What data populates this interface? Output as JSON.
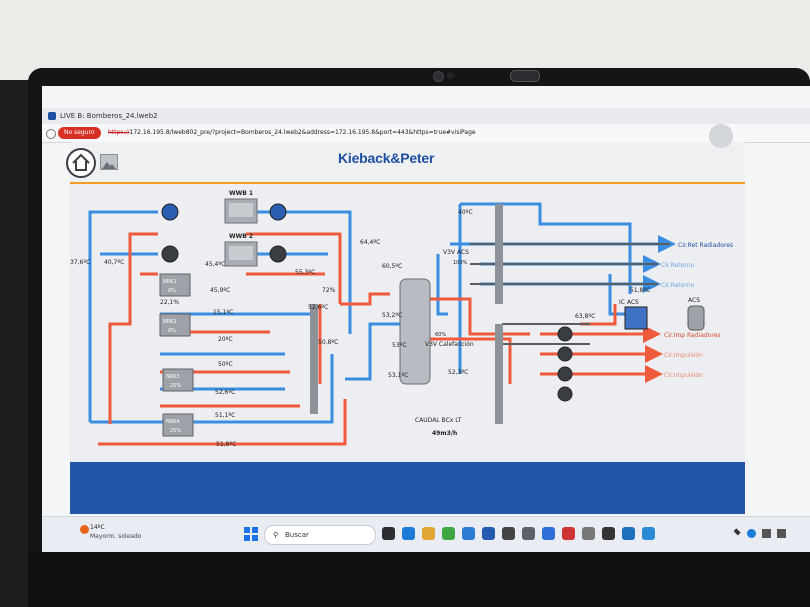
{
  "browser": {
    "tab_title": "LIVE B: Bomberos_24.lweb2",
    "security_badge": "No seguro",
    "url_scheme": "https://",
    "url_rest": "172.16.195.8/lweb802_pre/?project=Bomberos_24.lweb2&address=172.16.195.8&port=443&https=true#visiPage"
  },
  "app": {
    "brand": "Kieback&Peter"
  },
  "diagram": {
    "boilers": [
      {
        "name": "WWB 1"
      },
      {
        "name": "WWB 2"
      }
    ],
    "modules": [
      {
        "name": "NRK1",
        "value": "0%"
      },
      {
        "name": "NRK2",
        "value": "0%"
      },
      {
        "name": "NRK3",
        "value": "25%"
      },
      {
        "name": "NRK4",
        "value": "25%"
      }
    ],
    "readings": {
      "t_37_6": "37,6ºC",
      "t_40_7": "40,7ºC",
      "t_45_4": "45,4ºC",
      "t_45_9": "45,9ºC",
      "t_15_1": "15,1ºC",
      "t_20": "20ºC",
      "t_50": "50ºC",
      "t_52_6_a": "52,6ºC",
      "t_51_1": "51,1ºC",
      "t_51_8_a": "51,8ºC",
      "pct_22_1": "22,1%",
      "t_64_4": "64,4ºC",
      "t_55_3": "55,3ºC",
      "pct_72": "72%",
      "t_52_6_b": "52,6ºC",
      "t_50_8": "50,8ºC",
      "t_60_5": "60,5ºC",
      "t_53_2": "53,2ºC",
      "t_53": "53ºC",
      "t_53_1": "53,1ºC",
      "t_40": "40ºC",
      "v3v_acs": "V3V ACS",
      "pct_100": "100%",
      "pct_60": "60%",
      "v3v_calef": "V3V Calefacción",
      "t_52_3": "52,3ºC",
      "t_63_8": "63,8ºC",
      "t_51_8_b": "51,8ºC",
      "ic_acs": "IC ACS",
      "acs": "ACS",
      "cir_ret_rad": "Cir.Ret Radiadores",
      "cir_ret_1": "Cir.Retorno",
      "cir_ret_2": "Cir.Retorno",
      "cir_imp_rad": "Cir.Imp Radiadores",
      "cir_imp_1": "Cir.Impulsión",
      "cir_imp_2": "Cir.Impulsión",
      "caudal_label": "CAUDAL BCx LT",
      "caudal_value": "49m3/h"
    }
  },
  "taskbar": {
    "weather_temp": "14ºC",
    "weather_desc": "Mayorm. soleado",
    "search_label": "Buscar"
  },
  "colors": {
    "hot": "#f05a3c",
    "cold": "#3a8de0",
    "brand": "#1e4fa0",
    "accent": "#f29a24",
    "footer": "#1f56a8"
  }
}
